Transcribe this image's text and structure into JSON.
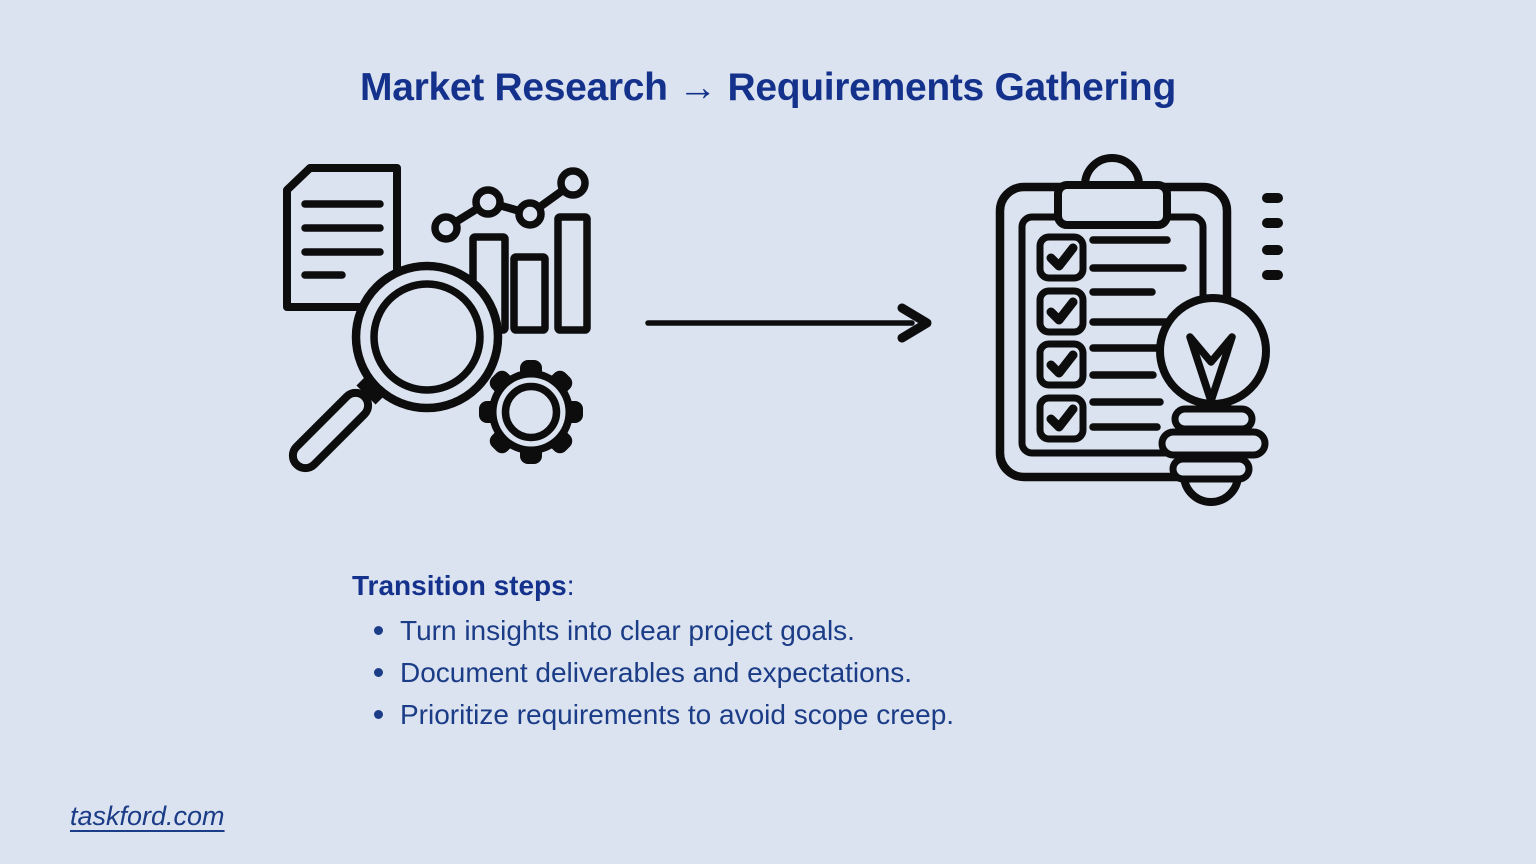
{
  "title": "Market Research → Requirements Gathering",
  "icons": {
    "left": "market-research-icon (document, trend line chart, bar chart, magnifying glass, gear)",
    "middle": "arrow-right-icon",
    "right": "requirements-checklist-icon (clipboard with checked checkboxes, lightbulb, dashes)"
  },
  "steps": {
    "heading": "Transition steps",
    "colon": ":",
    "items": [
      "Turn insights into clear project goals.",
      "Document deliverables and expectations.",
      "Prioritize requirements to avoid scope creep."
    ]
  },
  "footer": {
    "link": "taskford.com"
  },
  "colors": {
    "background": "#dbe2f0",
    "title": "#14328c",
    "body_text": "#1b3c86",
    "icon_ink": "#0d0d0d"
  }
}
